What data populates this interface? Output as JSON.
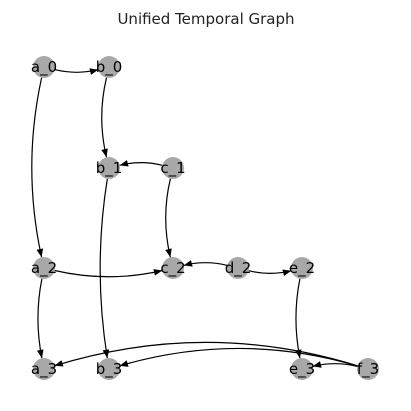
{
  "title": "Unified Temporal Graph",
  "colors": {
    "node_fill": "#a8a8a8",
    "edge": "#000000",
    "background": "#ffffff"
  },
  "nodes": [
    {
      "id": "a_0",
      "label": "a_0"
    },
    {
      "id": "b_0",
      "label": "b_0"
    },
    {
      "id": "b_1",
      "label": "b_1"
    },
    {
      "id": "c_1",
      "label": "c_1"
    },
    {
      "id": "a_2",
      "label": "a_2"
    },
    {
      "id": "c_2",
      "label": "c_2"
    },
    {
      "id": "d_2",
      "label": "d_2"
    },
    {
      "id": "e_2",
      "label": "e_2"
    },
    {
      "id": "a_3",
      "label": "a_3"
    },
    {
      "id": "b_3",
      "label": "b_3"
    },
    {
      "id": "e_3",
      "label": "e_3"
    },
    {
      "id": "f_3",
      "label": "f_3"
    }
  ],
  "edges": [
    {
      "from": "a_0",
      "to": "b_0"
    },
    {
      "from": "a_0",
      "to": "a_2"
    },
    {
      "from": "b_0",
      "to": "b_1"
    },
    {
      "from": "c_1",
      "to": "b_1"
    },
    {
      "from": "c_1",
      "to": "c_2"
    },
    {
      "from": "b_1",
      "to": "b_3"
    },
    {
      "from": "a_2",
      "to": "c_2"
    },
    {
      "from": "a_2",
      "to": "a_3"
    },
    {
      "from": "d_2",
      "to": "c_2"
    },
    {
      "from": "d_2",
      "to": "e_2"
    },
    {
      "from": "e_2",
      "to": "e_3"
    },
    {
      "from": "f_3",
      "to": "a_3"
    },
    {
      "from": "f_3",
      "to": "b_3"
    },
    {
      "from": "f_3",
      "to": "e_3"
    }
  ]
}
